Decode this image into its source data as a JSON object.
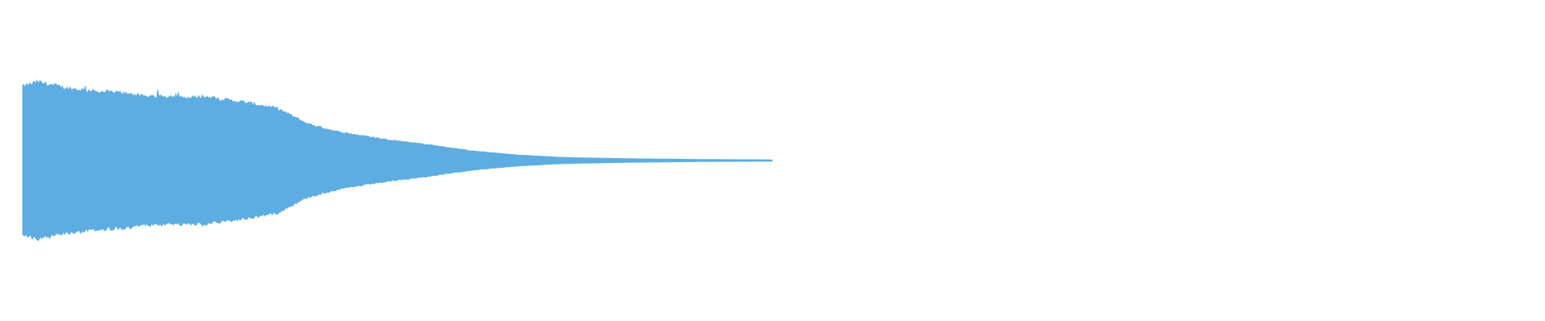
{
  "waveform": {
    "color": "#5dade2",
    "background": "#ffffff",
    "duration_fraction": 0.5,
    "envelope": [
      {
        "t": 0.0,
        "amp": 0.92
      },
      {
        "t": 0.01,
        "amp": 0.98
      },
      {
        "t": 0.03,
        "amp": 0.9
      },
      {
        "t": 0.05,
        "amp": 0.86
      },
      {
        "t": 0.07,
        "amp": 0.84
      },
      {
        "t": 0.08,
        "amp": 0.8
      },
      {
        "t": 0.1,
        "amp": 0.8
      },
      {
        "t": 0.11,
        "amp": 0.78
      },
      {
        "t": 0.12,
        "amp": 0.8
      },
      {
        "t": 0.15,
        "amp": 0.72
      },
      {
        "t": 0.17,
        "amp": 0.65
      },
      {
        "t": 0.19,
        "amp": 0.46
      },
      {
        "t": 0.21,
        "amp": 0.36
      },
      {
        "t": 0.24,
        "amp": 0.27
      },
      {
        "t": 0.27,
        "amp": 0.2
      },
      {
        "t": 0.3,
        "amp": 0.12
      },
      {
        "t": 0.33,
        "amp": 0.07
      },
      {
        "t": 0.36,
        "amp": 0.04
      },
      {
        "t": 0.4,
        "amp": 0.025
      },
      {
        "t": 0.45,
        "amp": 0.015
      },
      {
        "t": 0.5,
        "amp": 0.01
      }
    ]
  }
}
